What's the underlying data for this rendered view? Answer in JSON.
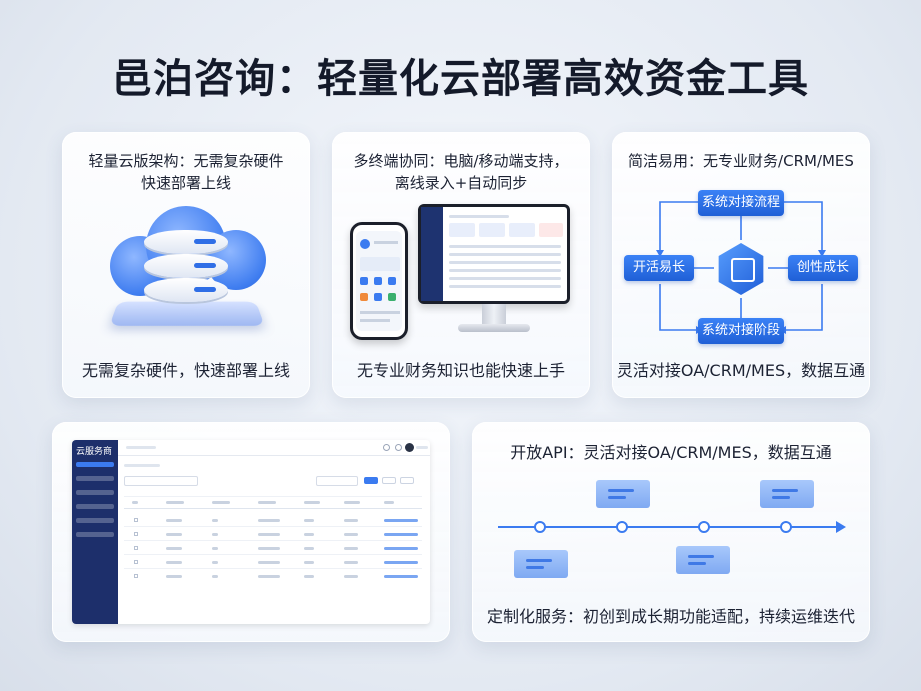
{
  "title": "邑泊咨询：轻量化云部署高效资金工具",
  "cards": {
    "cloud": {
      "heading_line1": "轻量云版架构：无需复杂硬件",
      "heading_line2": "快速部署上线",
      "caption": "无需复杂硬件，快速部署上线"
    },
    "devices": {
      "heading_line1": "多终端协同：电脑/移动端支持，",
      "heading_line2": "离线录入+自动同步",
      "caption": "无专业财务知识也能快速上手"
    },
    "flow": {
      "heading": "简洁易用：无专业财务/CRM/MES",
      "top_box": "系统对接流程",
      "left_box": "开活易长",
      "right_box": "创性成长",
      "bottom_box": "系统对接阶段",
      "caption": "灵活对接OA/CRM/MES，数据互通"
    },
    "dashboard": {
      "brand": "云服务商"
    },
    "timeline": {
      "heading": "开放API：灵活对接OA/CRM/MES，数据互通",
      "caption": "定制化服务：初创到成长期功能适配，持续运维迭代"
    }
  },
  "colors": {
    "accent": "#3b7bf0",
    "navy": "#1d2f6b"
  }
}
